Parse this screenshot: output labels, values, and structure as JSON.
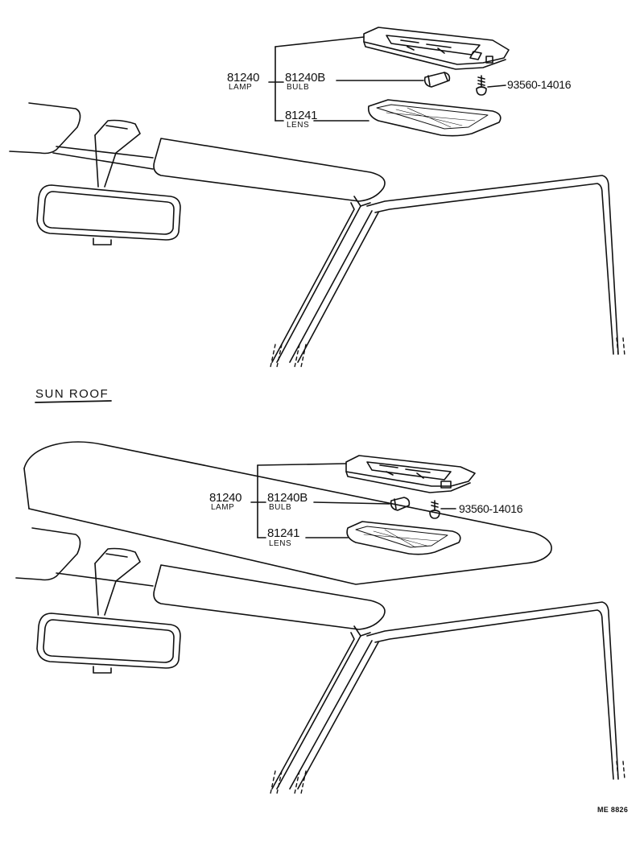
{
  "diagrams": [
    {
      "section_title": "",
      "labels": {
        "lamp": {
          "part_no": "81240",
          "name": "LAMP"
        },
        "bulb": {
          "part_no": "81240B",
          "name": "BULB"
        },
        "lens": {
          "part_no": "81241",
          "name": "LENS"
        },
        "screw": {
          "part_no": "93560-14016"
        }
      }
    },
    {
      "section_title": "SUN ROOF",
      "labels": {
        "lamp": {
          "part_no": "81240",
          "name": "LAMP"
        },
        "bulb": {
          "part_no": "81240B",
          "name": "BULB"
        },
        "lens": {
          "part_no": "81241",
          "name": "LENS"
        },
        "screw": {
          "part_no": "93560-14016"
        }
      }
    }
  ],
  "drawing_code": "ME 8826"
}
